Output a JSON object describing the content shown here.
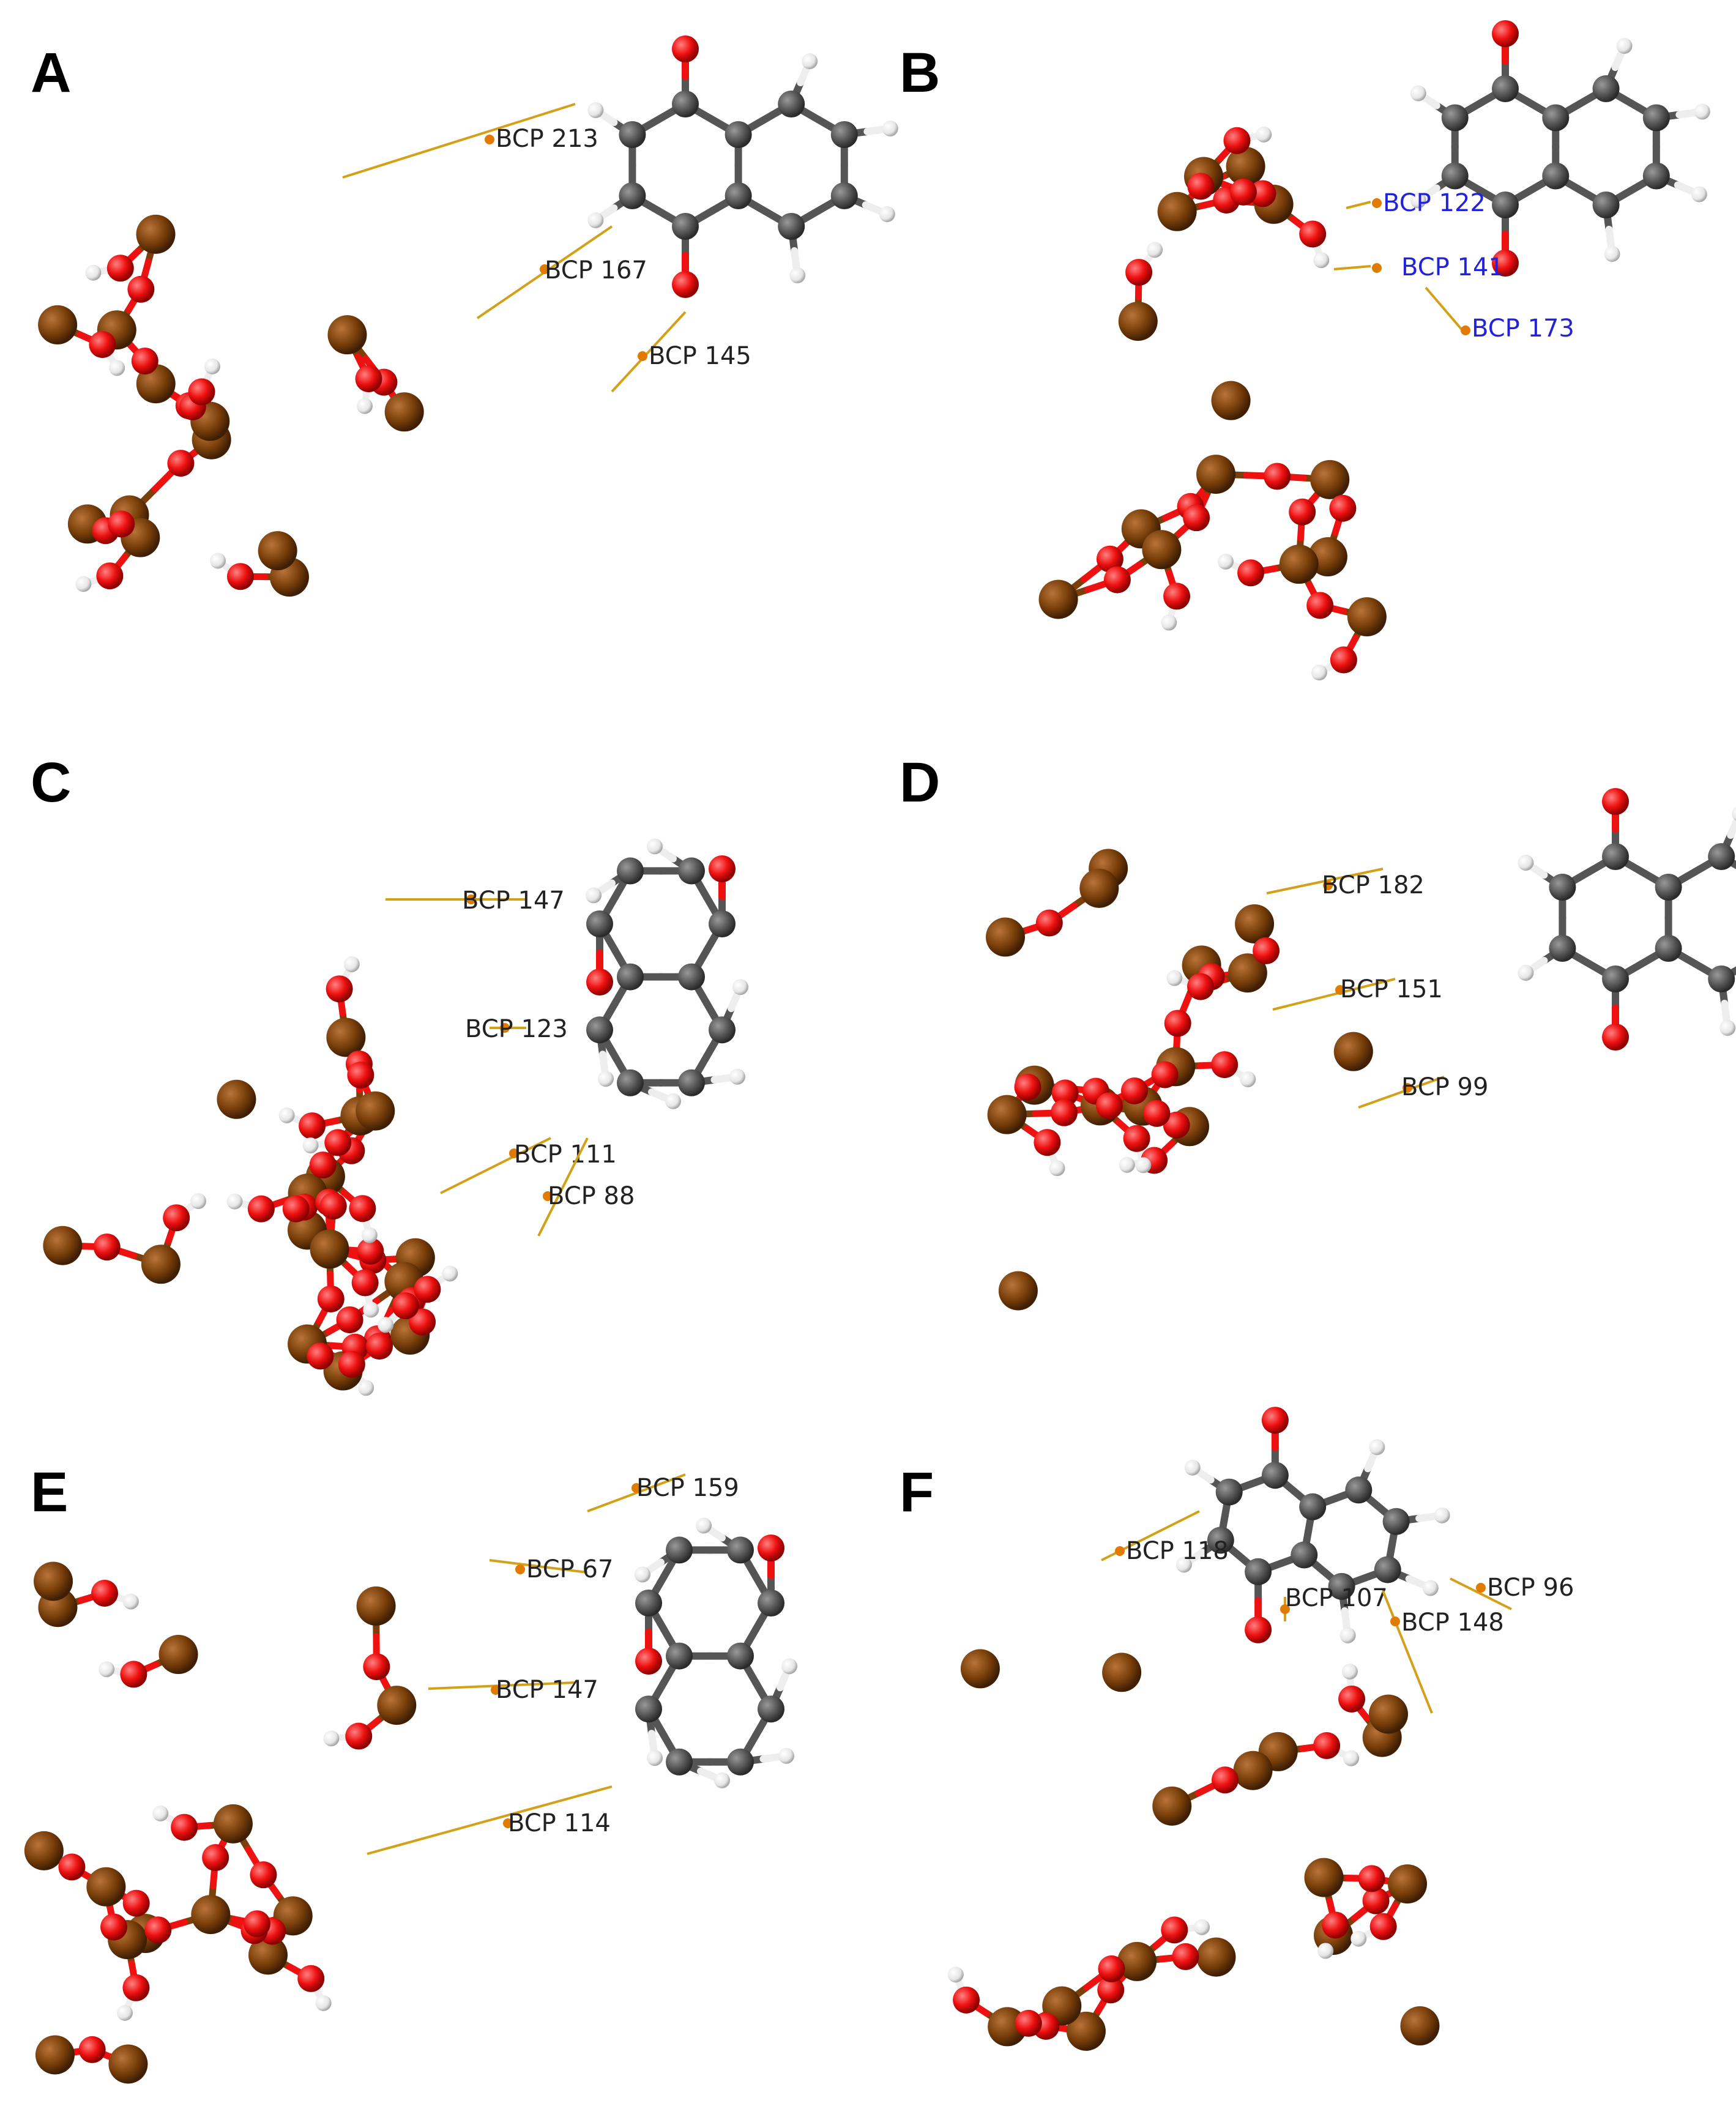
{
  "figure": {
    "panels": [
      {
        "letter": "A",
        "label_color": "#222222",
        "labels": [
          "BCP  213",
          "BCP  167",
          "BCP  145"
        ]
      },
      {
        "letter": "B",
        "label_color": "#2222dd",
        "labels": [
          "BCP  122",
          "BCP  141",
          "BCP  173"
        ]
      },
      {
        "letter": "C",
        "label_color": "#222222",
        "labels": [
          "BCP  147",
          "BCP  123",
          "BCP  111",
          "BCP  88"
        ]
      },
      {
        "letter": "D",
        "label_color": "#222222",
        "labels": [
          "BCP  182",
          "BCP  151",
          "BCP  99"
        ]
      },
      {
        "letter": "E",
        "label_color": "#222222",
        "labels": [
          "BCP  159",
          "BCP  67",
          "BCP  147",
          "BCP  114"
        ]
      },
      {
        "letter": "F",
        "label_color": "#222222",
        "labels": [
          "BCP  118",
          "BCP  107",
          "BCP  148",
          "BCP  96"
        ]
      }
    ],
    "colors": {
      "iron": "#7a3f0a",
      "oxygen": "#ee1111",
      "carbon": "#555555",
      "hydrogen": "#eeeeee",
      "bond_path": "#d4a017",
      "bcp": "#e07b00"
    }
  }
}
